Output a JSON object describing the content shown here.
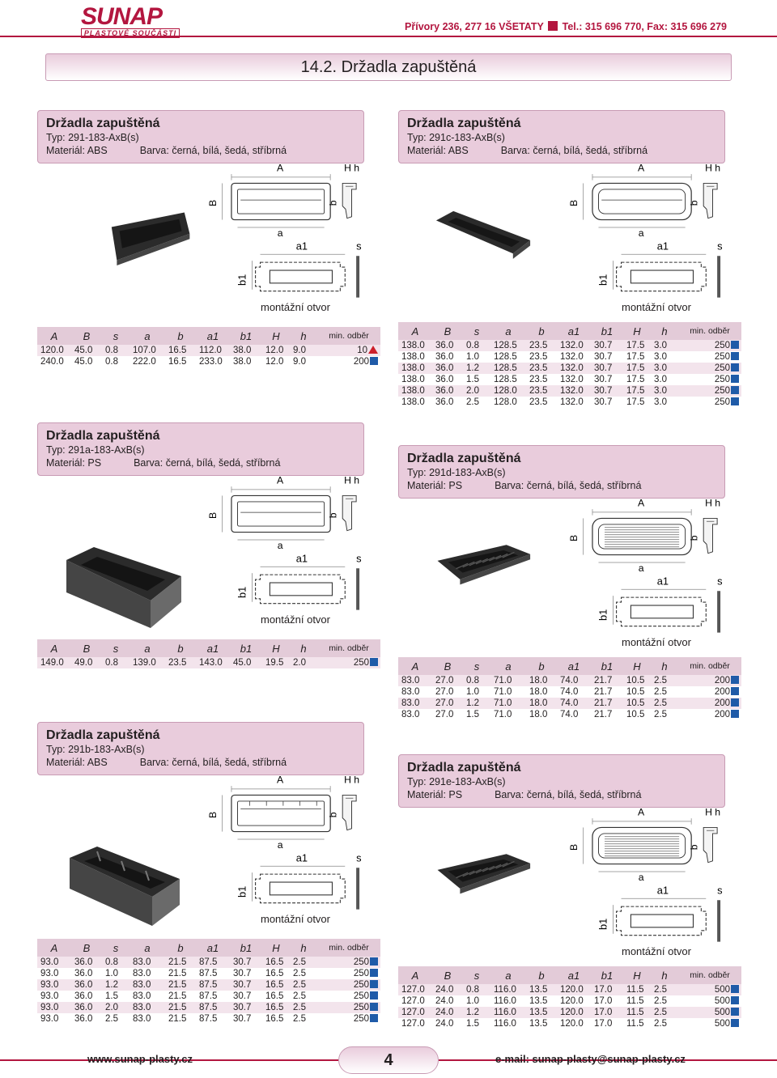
{
  "header": {
    "logo_text": "SUNAP",
    "logo_sub": "PLASTOVÉ SOUČÁSTI",
    "address": "Přívory 236, 277 16 VŠETATY",
    "phone": "Tel.: 315 696 770, Fax: 315 696 279",
    "brand_color": "#b3163f"
  },
  "page_title": "14.2. Držadla zapuštěná",
  "labels": {
    "dim_A": "A",
    "dim_Hh": "H h",
    "dim_B": "B",
    "dim_b": "b",
    "dim_a": "a",
    "dim_a1": "a1",
    "dim_s": "s",
    "dim_b1": "b1",
    "montazni_otvor": "montážní otvor"
  },
  "table_headers": [
    "A",
    "B",
    "s",
    "a",
    "b",
    "a1",
    "b1",
    "H",
    "h",
    "min. odběr"
  ],
  "marker_colors": {
    "square": "#1f5ba8",
    "triangle": "#cc1f2b"
  },
  "sections": [
    {
      "name": "Držadla zapuštěná",
      "type": "Typ: 291-183-AxB(s)",
      "material": "Materiál: ABS",
      "color": "Barva: černá, bílá, šedá, stříbrná",
      "rows": [
        [
          "120.0",
          "45.0",
          "0.8",
          "107.0",
          "16.5",
          "112.0",
          "38.0",
          "12.0",
          "9.0",
          "10"
        ],
        [
          "240.0",
          "45.0",
          "0.8",
          "222.0",
          "16.5",
          "233.0",
          "38.0",
          "12.0",
          "9.0",
          "200"
        ]
      ],
      "markers": [
        "triangle",
        "square"
      ]
    },
    {
      "name": "Držadla zapuštěná",
      "type": "Typ: 291c-183-AxB(s)",
      "material": "Materiál: ABS",
      "color": "Barva: černá, bílá, šedá, stříbrná",
      "rows": [
        [
          "138.0",
          "36.0",
          "0.8",
          "128.5",
          "23.5",
          "132.0",
          "30.7",
          "17.5",
          "3.0",
          "250"
        ],
        [
          "138.0",
          "36.0",
          "1.0",
          "128.5",
          "23.5",
          "132.0",
          "30.7",
          "17.5",
          "3.0",
          "250"
        ],
        [
          "138.0",
          "36.0",
          "1.2",
          "128.5",
          "23.5",
          "132.0",
          "30.7",
          "17.5",
          "3.0",
          "250"
        ],
        [
          "138.0",
          "36.0",
          "1.5",
          "128.5",
          "23.5",
          "132.0",
          "30.7",
          "17.5",
          "3.0",
          "250"
        ],
        [
          "138.0",
          "36.0",
          "2.0",
          "128.0",
          "23.5",
          "132.0",
          "30.7",
          "17.5",
          "3.0",
          "250"
        ],
        [
          "138.0",
          "36.0",
          "2.5",
          "128.0",
          "23.5",
          "132.0",
          "30.7",
          "17.5",
          "3.0",
          "250"
        ]
      ],
      "markers": [
        "square",
        "square",
        "square",
        "square",
        "square",
        "square"
      ]
    },
    {
      "name": "Držadla zapuštěná",
      "type": "Typ: 291a-183-AxB(s)",
      "material": "Materiál: PS",
      "color": "Barva: černá, bílá, šedá, stříbrná",
      "rows": [
        [
          "149.0",
          "49.0",
          "0.8",
          "139.0",
          "23.5",
          "143.0",
          "45.0",
          "19.5",
          "2.0",
          "250"
        ]
      ],
      "markers": [
        "square"
      ]
    },
    {
      "name": "Držadla zapuštěná",
      "type": "Typ: 291d-183-AxB(s)",
      "material": "Materiál: PS",
      "color": "Barva: černá, bílá, šedá, stříbrná",
      "rows": [
        [
          "83.0",
          "27.0",
          "0.8",
          "71.0",
          "18.0",
          "74.0",
          "21.7",
          "10.5",
          "2.5",
          "200"
        ],
        [
          "83.0",
          "27.0",
          "1.0",
          "71.0",
          "18.0",
          "74.0",
          "21.7",
          "10.5",
          "2.5",
          "200"
        ],
        [
          "83.0",
          "27.0",
          "1.2",
          "71.0",
          "18.0",
          "74.0",
          "21.7",
          "10.5",
          "2.5",
          "200"
        ],
        [
          "83.0",
          "27.0",
          "1.5",
          "71.0",
          "18.0",
          "74.0",
          "21.7",
          "10.5",
          "2.5",
          "200"
        ]
      ],
      "markers": [
        "square",
        "square",
        "square",
        "square"
      ]
    },
    {
      "name": "Držadla zapuštěná",
      "type": "Typ: 291b-183-AxB(s)",
      "material": "Materiál: ABS",
      "color": "Barva: černá, bílá, šedá, stříbrná",
      "rows": [
        [
          "93.0",
          "36.0",
          "0.8",
          "83.0",
          "21.5",
          "87.5",
          "30.7",
          "16.5",
          "2.5",
          "250"
        ],
        [
          "93.0",
          "36.0",
          "1.0",
          "83.0",
          "21.5",
          "87.5",
          "30.7",
          "16.5",
          "2.5",
          "250"
        ],
        [
          "93.0",
          "36.0",
          "1.2",
          "83.0",
          "21.5",
          "87.5",
          "30.7",
          "16.5",
          "2.5",
          "250"
        ],
        [
          "93.0",
          "36.0",
          "1.5",
          "83.0",
          "21.5",
          "87.5",
          "30.7",
          "16.5",
          "2.5",
          "250"
        ],
        [
          "93.0",
          "36.0",
          "2.0",
          "83.0",
          "21.5",
          "87.5",
          "30.7",
          "16.5",
          "2.5",
          "250"
        ],
        [
          "93.0",
          "36.0",
          "2.5",
          "83.0",
          "21.5",
          "87.5",
          "30.7",
          "16.5",
          "2.5",
          "250"
        ]
      ],
      "markers": [
        "square",
        "square",
        "square",
        "square",
        "square",
        "square"
      ]
    },
    {
      "name": "Držadla zapuštěná",
      "type": "Typ: 291e-183-AxB(s)",
      "material": "Materiál: PS",
      "color": "Barva: černá, bílá, šedá, stříbrná",
      "rows": [
        [
          "127.0",
          "24.0",
          "0.8",
          "116.0",
          "13.5",
          "120.0",
          "17.0",
          "11.5",
          "2.5",
          "500"
        ],
        [
          "127.0",
          "24.0",
          "1.0",
          "116.0",
          "13.5",
          "120.0",
          "17.0",
          "11.5",
          "2.5",
          "500"
        ],
        [
          "127.0",
          "24.0",
          "1.2",
          "116.0",
          "13.5",
          "120.0",
          "17.0",
          "11.5",
          "2.5",
          "500"
        ],
        [
          "127.0",
          "24.0",
          "1.5",
          "116.0",
          "13.5",
          "120.0",
          "17.0",
          "11.5",
          "2.5",
          "500"
        ]
      ],
      "markers": [
        "square",
        "square",
        "square",
        "square"
      ]
    }
  ],
  "footer": {
    "web": "www.sunap-plasty.cz",
    "email": "e-mail: sunap-plasty@sunap-plasty.cz",
    "page_number": "4"
  }
}
